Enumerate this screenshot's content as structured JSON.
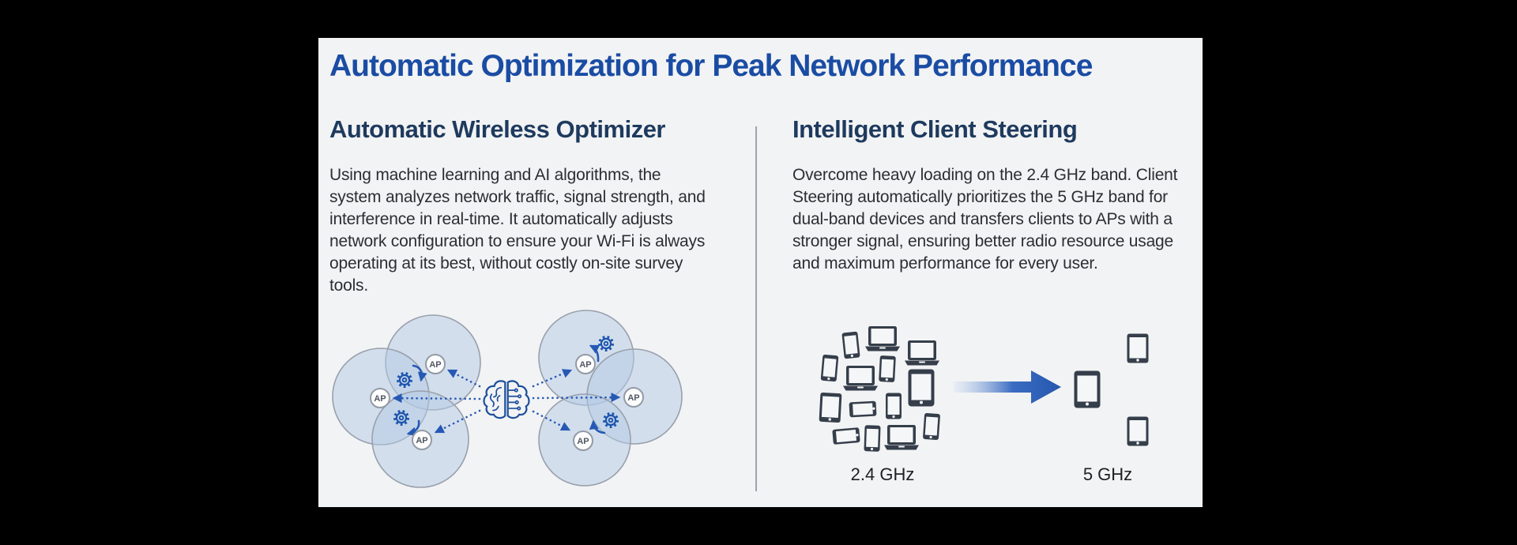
{
  "title": "Automatic Optimization for Peak Network Performance",
  "left": {
    "heading": "Automatic Wireless Optimizer",
    "body": "Using machine learning and AI algorithms, the\nsystem analyzes network traffic, signal strength, and\ninterference in real-time. It automatically adjusts\nnetwork configuration to ensure your Wi-Fi is always\noperating at its best, without costly on-site survey\ntools.",
    "ap_badge_label": "AP"
  },
  "right": {
    "heading": "Intelligent Client Steering",
    "body": "Overcome heavy loading on the 2.4 GHz band. Client\nSteering automatically prioritizes the 5 GHz band for\ndual-band devices and transfers clients to APs with a\nstronger signal, ensuring better radio resource usage\nand maximum performance for every user.",
    "band_left_label": "2.4 GHz",
    "band_right_label": "5 GHz"
  },
  "palette": {
    "page_background": "#000000",
    "card_background": "#f2f3f4",
    "title_blue": "#1a4ca4",
    "heading_navy": "#1e3a5e",
    "body_text": "#2c2e33",
    "accent_blue": "#2659b4",
    "coverage_circle_fill": "#b3cae6",
    "device_slate": "#353e4a"
  }
}
